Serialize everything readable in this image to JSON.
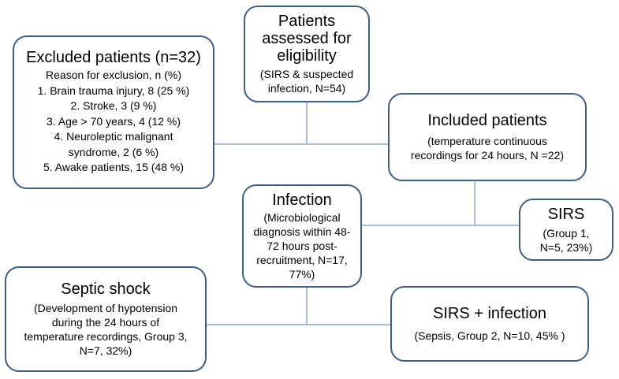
{
  "assessed": {
    "title": "Patients\nassessed for\neligibility",
    "subtitle": "(SIRS & suspected\ninfection, N=54)"
  },
  "excluded": {
    "title": "Excluded patients (n=32)",
    "subtitle": "Reason for exclusion, n (%)",
    "reasons": [
      "1. Brain trauma injury, 8 (25 %)",
      "2. Stroke, 3 (9 %)",
      "3. Age > 70 years, 4 (12 %)",
      "4. Neuroleptic malignant\nsyndrome, 2 (6 %)",
      "5. Awake patients, 15 (48 %)"
    ]
  },
  "included": {
    "title": "Included patients",
    "subtitle": "(temperature continuous\nrecordings for 24 hours, N =22)"
  },
  "infection": {
    "title": "Infection",
    "subtitle": "(Microbiological\ndiagnosis within 48-\n72 hours post-\nrecruitment, N=17,\n77%)"
  },
  "sirs": {
    "title": "SIRS",
    "subtitle": "(Group 1,\nN=5, 23%)"
  },
  "septic_shock": {
    "title": "Septic shock",
    "subtitle": "(Development of hypotension\nduring the 24 hours of\ntemperature recordings, Group 3,\nN=7, 32%)"
  },
  "sirs_infection": {
    "title": "SIRS + infection",
    "subtitle": "(Sepsis, Group 2, N=10, 45% )"
  },
  "colors": {
    "box_border": "#3d5f86",
    "connector": "#8aaacb"
  }
}
